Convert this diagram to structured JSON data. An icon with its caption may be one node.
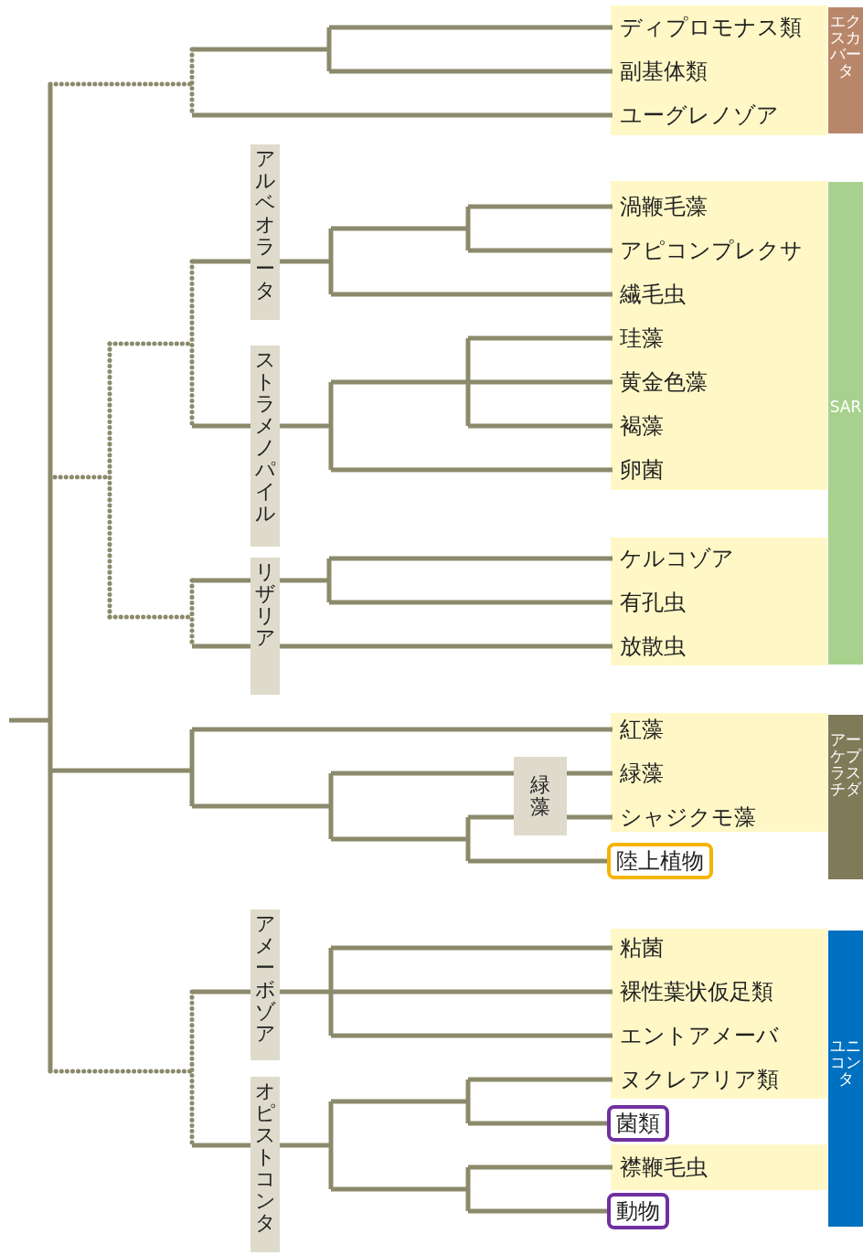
{
  "diagram": {
    "nodes": [
      {
        "text": [
          "ディプロモナス類"
        ]
      },
      {
        "text": [
          "副基体類"
        ]
      },
      {
        "text": [
          "ユーグレノゾア"
        ]
      },
      {
        "text": [
          "エクスカバータ"
        ]
      },
      {
        "text": [
          "アルベオラータ"
        ]
      },
      {
        "text": [
          "渦鞭毛藻"
        ]
      },
      {
        "text": [
          "アピコンプレクサ"
        ]
      },
      {
        "text": [
          "繊毛虫"
        ]
      },
      {
        "text": [
          "ストラメノパイル"
        ]
      },
      {
        "text": [
          "珪藻"
        ]
      },
      {
        "text": [
          "黄金色藻"
        ]
      },
      {
        "text": [
          "褐藻"
        ]
      },
      {
        "text": [
          "卵菌"
        ]
      },
      {
        "text": [
          "SAR"
        ]
      },
      {
        "text": [
          "リザリア"
        ]
      },
      {
        "text": [
          "ケルコゾア"
        ]
      },
      {
        "text": [
          "有孔虫"
        ]
      },
      {
        "text": [
          "放散虫"
        ]
      },
      {
        "text": [
          "紅藻"
        ]
      },
      {
        "text": [
          "緑藻"
        ]
      },
      {
        "text": [
          "緑藻"
        ]
      },
      {
        "text": [
          "シャジクモ藻"
        ]
      },
      {
        "text": [
          "陸上植物"
        ]
      },
      {
        "text": [
          "アーケプラスチダ"
        ]
      },
      {
        "text": [
          "アメーボゾア"
        ]
      },
      {
        "text": [
          "粘菌"
        ]
      },
      {
        "text": [
          "裸性葉状仮足類"
        ]
      },
      {
        "text": [
          "エントアメーバ"
        ]
      },
      {
        "text": [
          "オピストコンタ"
        ]
      },
      {
        "text": [
          "ヌクレアリア類"
        ]
      },
      {
        "text": [
          "菌類"
        ]
      },
      {
        "text": [
          "襟鞭毛虫"
        ]
      },
      {
        "text": [
          "動物"
        ]
      },
      {
        "text": [
          "ユニコンタ"
        ]
      }
    ]
  }
}
